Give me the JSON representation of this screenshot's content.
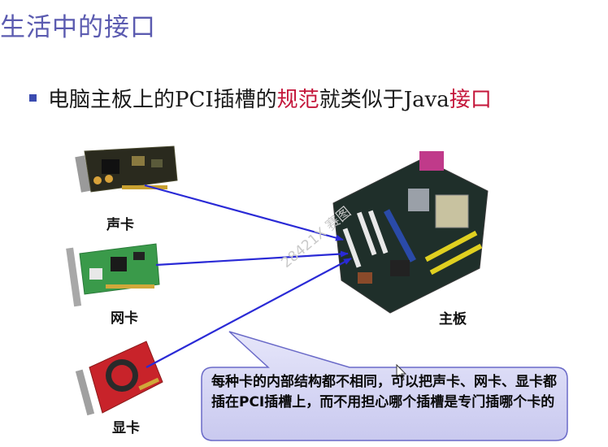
{
  "header": {
    "title": "生活中的接口"
  },
  "bullet": {
    "text_before": "电脑主板上的PCI插槽的",
    "highlight1": "规范",
    "text_middle": "就类似于Java",
    "highlight2": "接口"
  },
  "labels": {
    "sound_card": "声卡",
    "network_card": "网卡",
    "graphics_card": "显卡",
    "motherboard": "主板"
  },
  "callout": {
    "text": "每种卡的内部结构都不相同，可以把声卡、网卡、显卡都插在PCI插槽上，而不用担心哪个插槽是专门插哪个卡的"
  },
  "watermark": "28421X 赛图",
  "colors": {
    "title": "#5b5bb0",
    "highlight": "#c4163a",
    "arrow": "#2a2ad6",
    "callout_fill": "#d8d8f4",
    "callout_stroke": "#6a6ac8"
  }
}
